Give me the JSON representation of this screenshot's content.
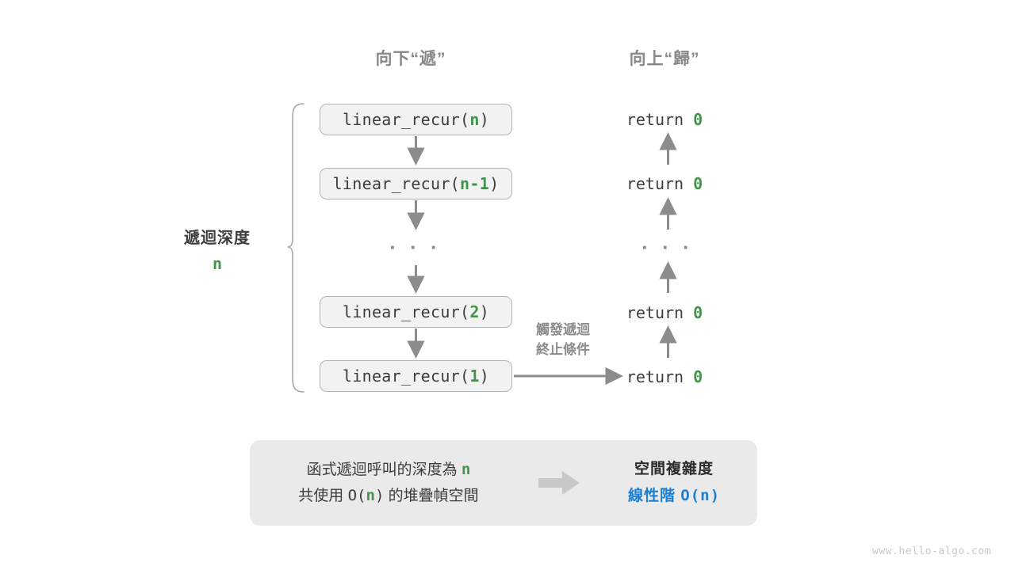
{
  "headers": {
    "down": "向下“遞”",
    "up": "向上“歸”"
  },
  "depth_label": {
    "title": "遞迴深度",
    "value": "n"
  },
  "calls": [
    {
      "prefix": "linear_recur(",
      "arg": "n",
      "suffix": ")"
    },
    {
      "prefix": "linear_recur(",
      "arg": "n-1",
      "suffix": ")"
    },
    {
      "prefix": "linear_recur(",
      "arg": "2",
      "suffix": ")"
    },
    {
      "prefix": "linear_recur(",
      "arg": "1",
      "suffix": ")"
    }
  ],
  "ellipsis": "· · ·",
  "returns": [
    {
      "keyword": "return",
      "value": "0"
    },
    {
      "keyword": "return",
      "value": "0"
    },
    {
      "keyword": "return",
      "value": "0"
    },
    {
      "keyword": "return",
      "value": "0"
    }
  ],
  "trigger_note": {
    "line1": "觸發遞迴",
    "line2": "終止條件"
  },
  "summary": {
    "left_line1_text": "函式遞迴呼叫的深度為",
    "left_line1_hl": "n",
    "left_line2_pre": "共使用",
    "left_line2_mono_pre": "O(",
    "left_line2_hl": "n",
    "left_line2_mono_post": ")",
    "left_line2_post": "的堆疊幀空間",
    "right_title": "空間複雜度",
    "right_value_text": "線性階",
    "right_value_mono": "O(n)"
  },
  "watermark": "www.hello-algo.com",
  "colors": {
    "accent_green": "#42934b",
    "accent_blue": "#1a7fd4",
    "arrow_gray": "#8c8c8c",
    "panel_gray": "#eaeaea",
    "box_fill": "#f2f2f2",
    "box_border": "#b4b4b4",
    "header_gray": "#888888",
    "watermark_gray": "#c9c9c9"
  }
}
